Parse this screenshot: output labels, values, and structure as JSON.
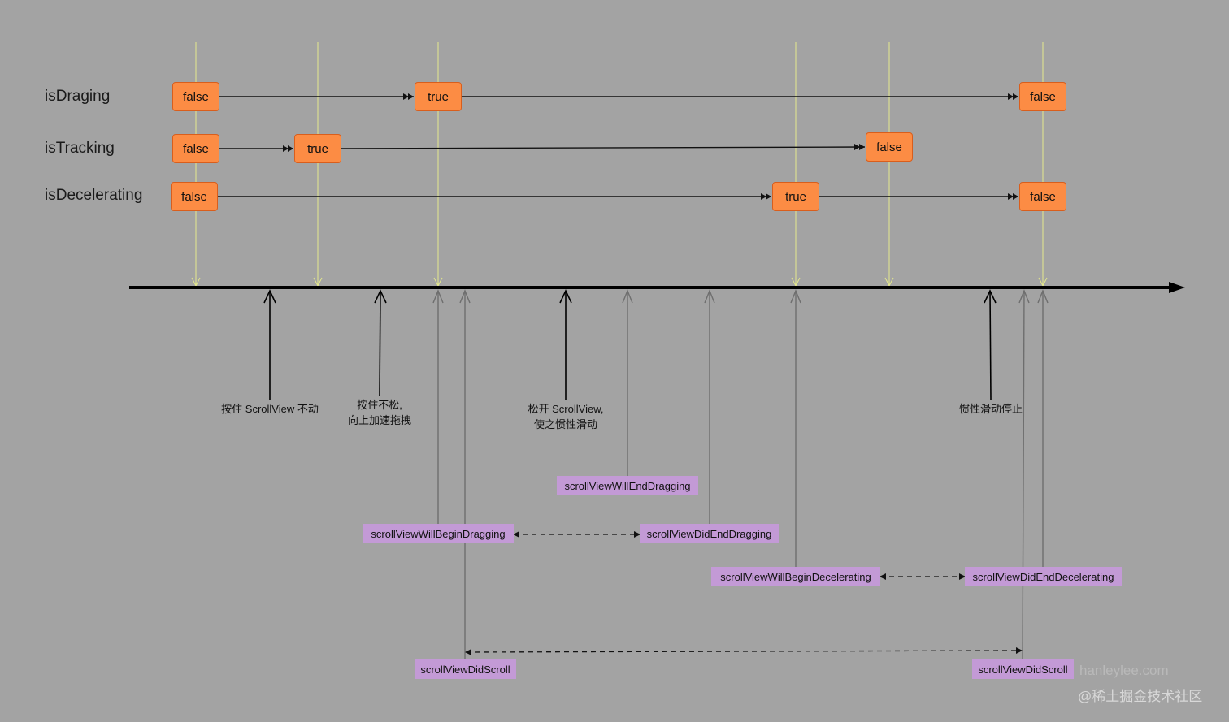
{
  "rows": {
    "dragging": {
      "label": "isDraging",
      "states": [
        "false",
        "true",
        "false"
      ]
    },
    "tracking": {
      "label": "isTracking",
      "states": [
        "false",
        "true",
        "false"
      ]
    },
    "decelerating": {
      "label": "isDecelerating",
      "states": [
        "false",
        "true",
        "false"
      ]
    }
  },
  "events": {
    "hold": "按住 ScrollView 不动",
    "hold_drag_1": "按住不松,",
    "hold_drag_2": "向上加速拖拽",
    "release_1": "松开 ScrollView,",
    "release_2": "使之惯性滑动",
    "stop": "惯性滑动停止"
  },
  "delegates": {
    "will_end_dragging": "scrollViewWillEndDragging",
    "will_begin_dragging": "scrollViewWillBeginDragging",
    "did_end_dragging": "scrollViewDidEndDragging",
    "will_begin_decelerating": "scrollViewWillBeginDecelerating",
    "did_end_decelerating": "scrollViewDidEndDecelerating",
    "did_scroll_start": "scrollViewDidScroll",
    "did_scroll_end": "scrollViewDidScroll"
  },
  "watermark": {
    "site": "hanleylee.com",
    "platform": "@稀土掘金技术社区"
  },
  "colors": {
    "background": "#a3a3a3",
    "state_box": "#fc8c44",
    "state_box_border": "#d95e1c",
    "delegate_box": "#c39ad6",
    "time_marker": "#e4e88c",
    "event_arrow": "#000000",
    "delegate_arrow": "#6e6e6e"
  }
}
